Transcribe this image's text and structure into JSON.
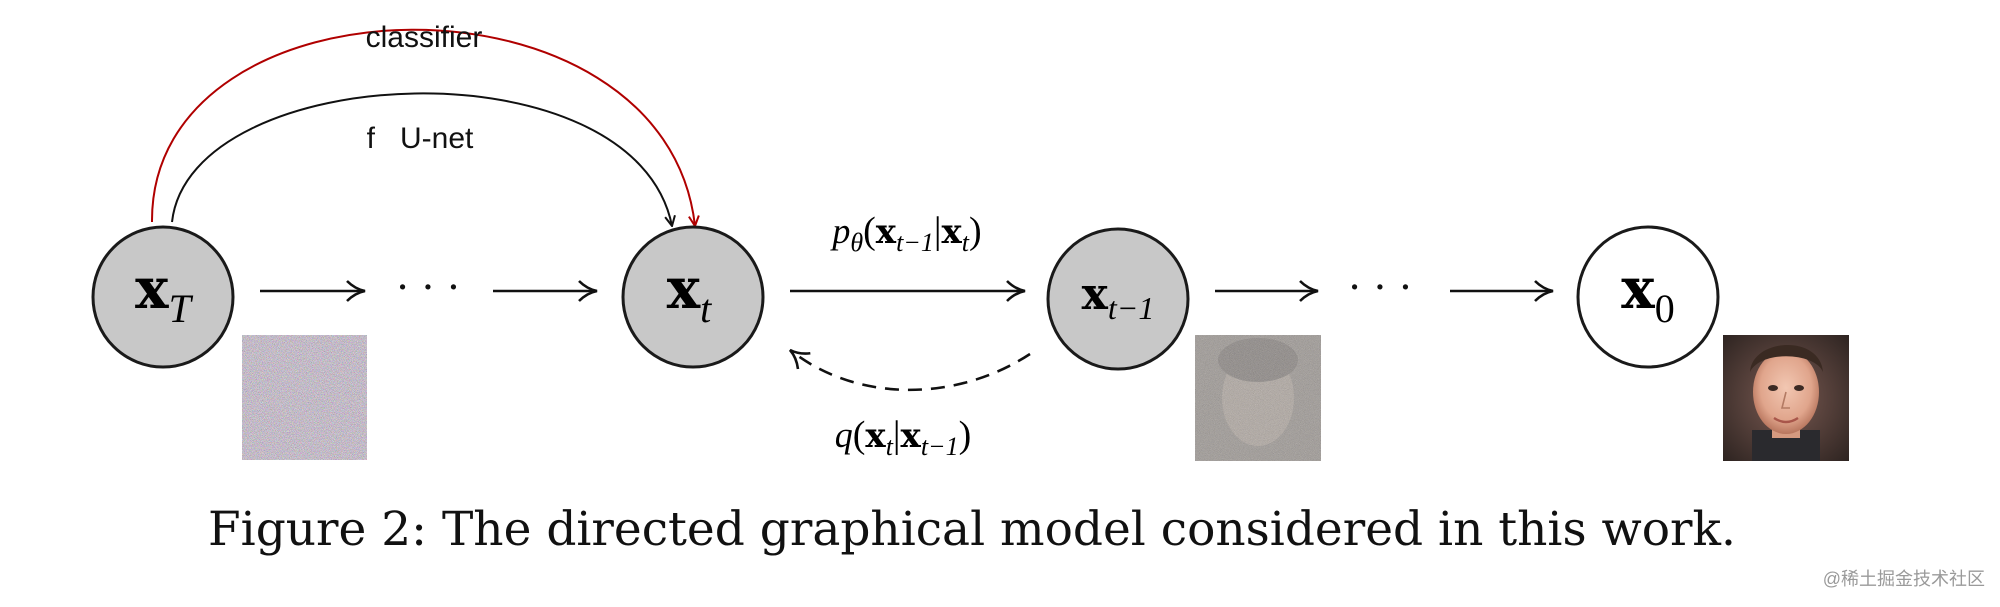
{
  "colors": {
    "node_fill_noisy": "#c8c8c8",
    "node_fill_clean": "#ffffff",
    "classifier_arc": "#b00000",
    "unet_arc": "#111111",
    "arrow": "#111111"
  },
  "labels": {
    "classifier": "classifier",
    "unet": "f   U-net",
    "ellipsis_left": "· · ·",
    "ellipsis_right": "· · ·",
    "caption": "Figure 2: The directed graphical model considered in this work.",
    "watermark": "@稀土掘金技术社区"
  },
  "nodes": {
    "xT": {
      "sym": "x",
      "sub": "T"
    },
    "xt": {
      "sym": "x",
      "sub": "t"
    },
    "xtm1": {
      "sym": "x",
      "sub": "t−1"
    },
    "x0": {
      "sym": "x",
      "sub": "0"
    }
  },
  "edges": {
    "p_theta": {
      "fn": "p",
      "fn_sub": "θ",
      "open": "(",
      "a": "x",
      "a_sub": "t−1",
      "bar": "|",
      "b": "x",
      "b_sub": "t",
      "close": ")"
    },
    "q": {
      "fn": "q",
      "open": "(",
      "a": "x",
      "a_sub": "t",
      "bar": "|",
      "b": "x",
      "b_sub": "t−1",
      "close": ")"
    }
  },
  "thumbnails": [
    {
      "name": "noise-image",
      "kind": "pure-noise"
    },
    {
      "name": "partially-denoised-face",
      "kind": "noisy-face"
    },
    {
      "name": "clean-face",
      "kind": "face"
    }
  ]
}
